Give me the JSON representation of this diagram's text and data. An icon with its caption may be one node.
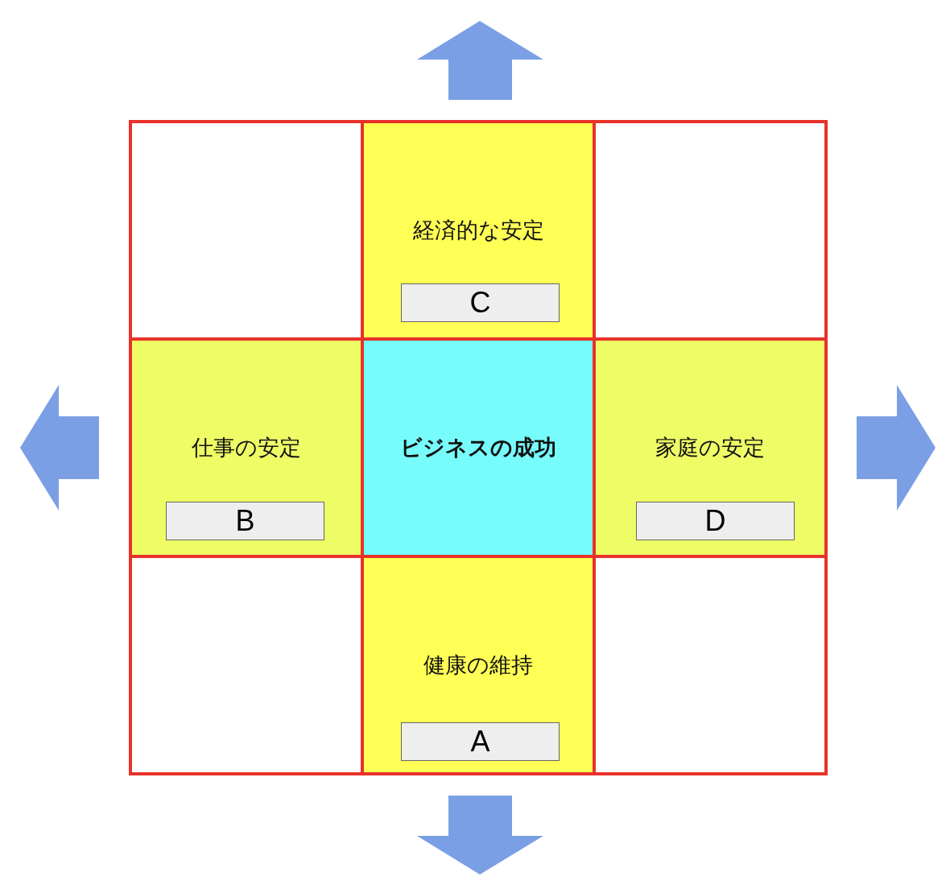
{
  "diagram": {
    "nodes": [
      {
        "text": [],
        "shape": "box"
      },
      {
        "text": [
          "経済的な安定"
        ]
      },
      {
        "text": [
          "C"
        ],
        "in": 1
      },
      {
        "text": [],
        "shape": "box"
      },
      {
        "text": [
          "仕事の安定"
        ]
      },
      {
        "text": [
          "B"
        ],
        "in": 4
      },
      {
        "text": [
          "ビジネスの成功"
        ]
      },
      {
        "text": [
          "家庭の安定"
        ]
      },
      {
        "text": [
          "D"
        ],
        "in": 7
      },
      {
        "text": [],
        "shape": "box"
      },
      {
        "text": [
          "健康の維持"
        ]
      },
      {
        "text": [
          "A"
        ],
        "in": 10
      },
      {
        "text": [],
        "shape": "box"
      }
    ]
  }
}
